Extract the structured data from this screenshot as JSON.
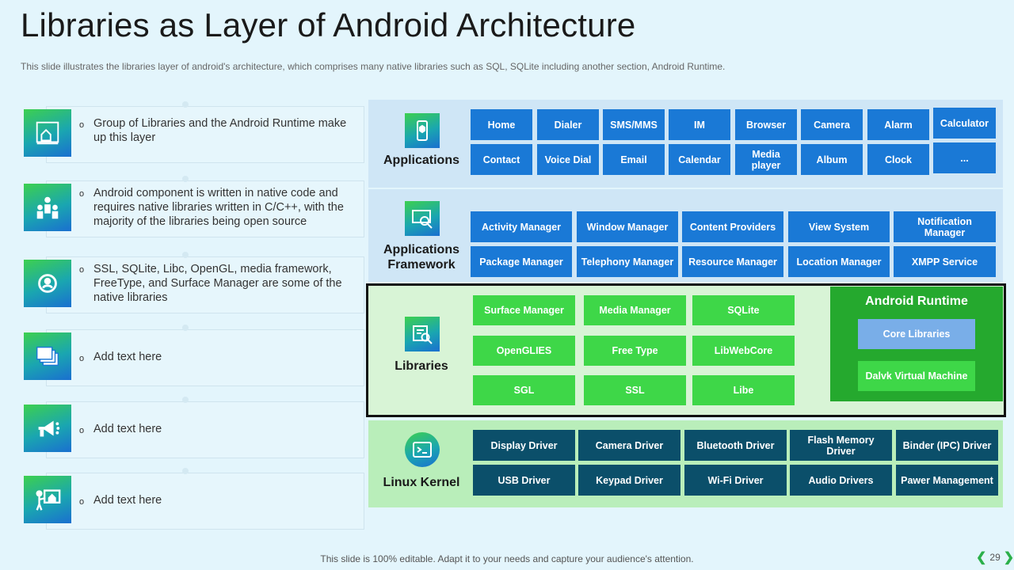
{
  "title": "Libraries as Layer of Android Architecture",
  "subtitle": "This slide illustrates the libraries layer of android's architecture, which comprises many native libraries such as SQL, SQLite including another section, Android Runtime.",
  "left_items": [
    {
      "icon": "blueprint-icon",
      "text": "Group of Libraries and the Android Runtime make up this layer"
    },
    {
      "icon": "team-icon",
      "text": "Android component is written in native code and requires native libraries written in C/C++, with the majority of the libraries being open source"
    },
    {
      "icon": "gear-user-icon",
      "text": "SSL, SQLite, Libc, OpenGL, media framework, FreeType, and Surface Manager are some of the native libraries"
    },
    {
      "icon": "stacked-windows-icon",
      "text": "Add text here"
    },
    {
      "icon": "megaphone-icon",
      "text": "Add text here"
    },
    {
      "icon": "presentation-icon",
      "text": "Add text here"
    }
  ],
  "bullet": "o",
  "layers": {
    "applications": {
      "label": "Applications",
      "icon": "phone-icon",
      "items": [
        "Home",
        "Dialer",
        "SMS/MMS",
        "IM",
        "Browser",
        "Camera",
        "Alarm",
        "Calculator",
        "Contact",
        "Voice Dial",
        "Email",
        "Calendar",
        "Media player",
        "Album",
        "Clock",
        "..."
      ]
    },
    "framework": {
      "label": "Applications Framework",
      "icon": "monitor-search-icon",
      "items": [
        "Activity Manager",
        "Window Manager",
        "Content Providers",
        "View System",
        "Notification Manager",
        "Package Manager",
        "Telephony Manager",
        "Resource Manager",
        "Location Manager",
        "XMPP Service"
      ]
    },
    "libraries": {
      "label": "Libraries",
      "icon": "library-search-icon",
      "items": [
        "Surface Manager",
        "Media Manager",
        "SQLite",
        "OpenGLIES",
        "Free Type",
        "LibWebCore",
        "SGL",
        "SSL",
        "Libe"
      ]
    },
    "runtime": {
      "label": "Android Runtime",
      "items": [
        "Core Libraries",
        "Dalvk Virtual Machine"
      ]
    },
    "kernel": {
      "label": "Linux Kernel",
      "icon": "terminal-icon",
      "items": [
        "Display Driver",
        "Camera Driver",
        "Bluetooth Driver",
        "Flash Memory Driver",
        "Binder (IPC) Driver",
        "USB Driver",
        "Keypad Driver",
        "Wi-Fi Driver",
        "Audio Drivers",
        "Pawer Management"
      ]
    }
  },
  "colors": {
    "app_button": "#1a79d6",
    "library_button": "#3ed748",
    "runtime_bg": "#25a92e",
    "core_libraries": "#79aee8",
    "kernel_button": "#0b4f6a"
  },
  "footer": "This slide is 100% editable. Adapt it to your needs and capture your audience's attention.",
  "page_number": "29"
}
